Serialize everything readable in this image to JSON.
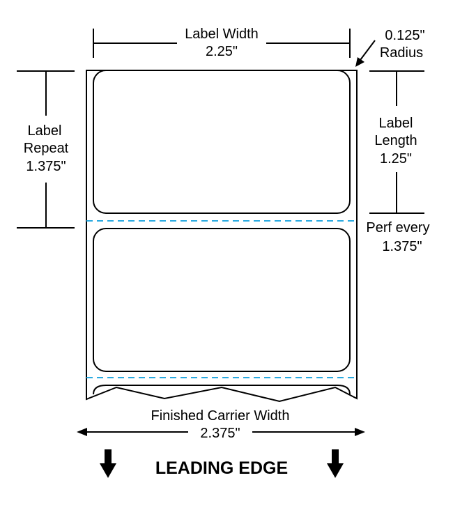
{
  "dimensions": {
    "label_width": {
      "title": "Label Width",
      "value": "2.25\""
    },
    "corner_radius": {
      "value": "0.125\"",
      "title": "Radius"
    },
    "label_repeat": {
      "line1": "Label",
      "line2": "Repeat",
      "value": "1.375\""
    },
    "label_length": {
      "line1": "Label",
      "line2": "Length",
      "value": "1.25\""
    },
    "perforation": {
      "line1": "Perf every",
      "value": "1.375\""
    },
    "carrier_width": {
      "title": "Finished Carrier Width",
      "value": "2.375\""
    }
  },
  "leading_edge": "LEADING EDGE",
  "colors": {
    "perforation": "#29a9e0",
    "ink": "#000000"
  }
}
